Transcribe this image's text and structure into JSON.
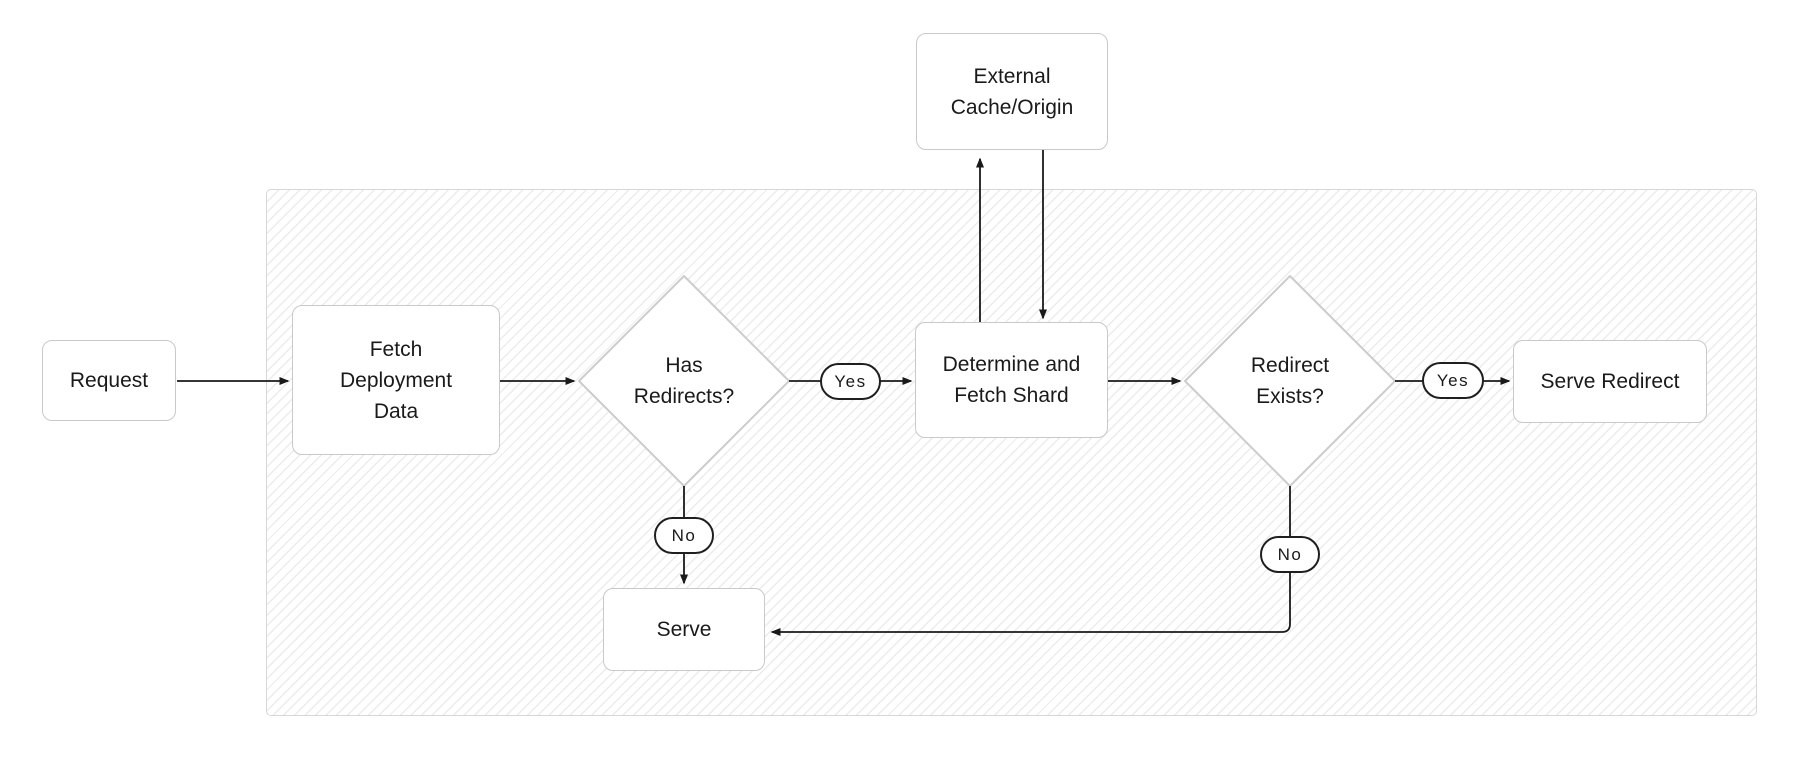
{
  "diagram": {
    "nodes": {
      "request": {
        "label": "Request"
      },
      "fetch_deployment_data": {
        "label": "Fetch\nDeployment\nData"
      },
      "has_redirects": {
        "label": "Has\nRedirects?"
      },
      "determine_and_fetch_shard": {
        "label": "Determine and\nFetch Shard"
      },
      "external_cache_origin": {
        "label": "External\nCache/Origin"
      },
      "redirect_exists": {
        "label": "Redirect\nExists?"
      },
      "serve_redirect": {
        "label": "Serve Redirect"
      },
      "serve": {
        "label": "Serve"
      }
    },
    "edge_labels": {
      "has_redirects_yes": "Yes",
      "has_redirects_no": "No",
      "redirect_exists_yes": "Yes",
      "redirect_exists_no": "No"
    },
    "colors": {
      "background": "#ffffff",
      "text": "#1a1a1a",
      "arrow": "#1a1a1a",
      "node_border": "#c9c9c9",
      "pill_border": "#1f1f1f",
      "container_border": "#d7d7d7",
      "hatch_line": "#ececec"
    }
  }
}
